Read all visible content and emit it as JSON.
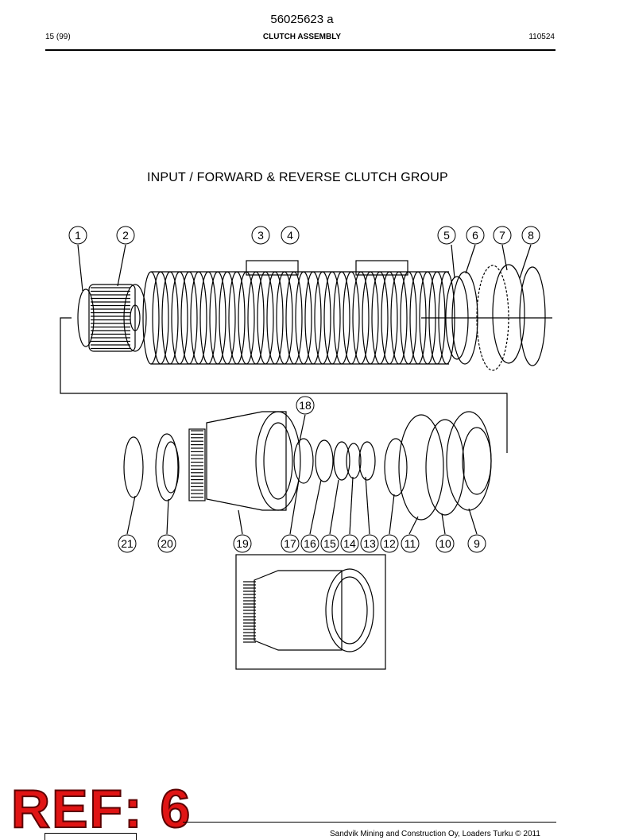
{
  "header": {
    "document_number": "56025623 a",
    "page": "15 (99)",
    "section_title": "CLUTCH ASSEMBLY",
    "revision": "110524"
  },
  "figure": {
    "title": "INPUT / FORWARD & REVERSE CLUTCH GROUP",
    "callouts": [
      "1",
      "2",
      "3",
      "4",
      "5",
      "6",
      "7",
      "8",
      "9",
      "10",
      "11",
      "12",
      "13",
      "14",
      "15",
      "16",
      "17",
      "18",
      "19",
      "20",
      "21"
    ]
  },
  "stamp": {
    "text": "REF: 6",
    "color": "#e01414"
  },
  "footer": {
    "text": "Sandvik Mining and Construction Oy, Loaders Turku © 2011"
  }
}
